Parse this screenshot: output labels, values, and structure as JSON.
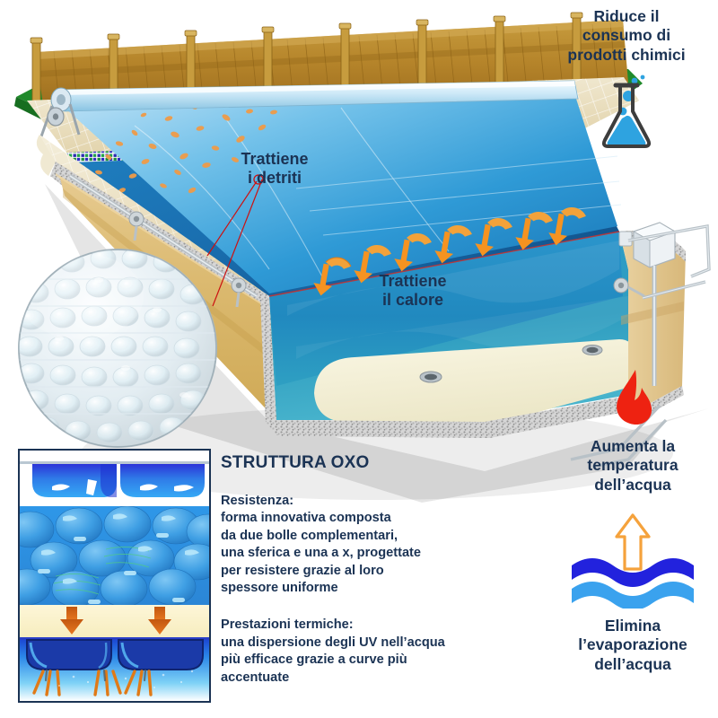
{
  "meta": {
    "language": "it",
    "theme_colors": {
      "navy_text": "#1b3354",
      "accent_blue": "#2ea3e0",
      "water_blue": "#1e8fc4",
      "deep_blue": "#1c5fa8",
      "fire_red": "#ee2211",
      "arrow_orange": "#f59321",
      "evap_arrow_orange": "#f5a23c",
      "wave_dark_blue": "#2222dd",
      "wave_light_blue": "#3aa2ee",
      "sand_wall": "#e0c081",
      "deck_beige": "#e7ddc2",
      "fence_wood": "#b98a2e",
      "grass_green": "#1f8a2a",
      "pool_floor": "#f2efd9",
      "leaf_orange": "#f0a050"
    }
  },
  "pool_callouts": [
    {
      "id": "debris",
      "line1": "Trattiene",
      "line2": "i detriti"
    },
    {
      "id": "heat",
      "line1": "Trattiene",
      "line2": "il calore"
    }
  ],
  "features": [
    {
      "id": "chemicals",
      "icon": "flask-icon",
      "lines": [
        "Riduce il",
        "consumo di",
        "prodotti chimici"
      ]
    },
    {
      "id": "temperature",
      "icon": "flame-icon",
      "lines": [
        "Aumenta la",
        "temperatura",
        "dell’acqua"
      ]
    },
    {
      "id": "evaporation",
      "icon": "waves-arrow-icon",
      "lines": [
        "Elimina",
        "l’evaporazione",
        "dell’acqua"
      ]
    }
  ],
  "oxo": {
    "title": "STRUTTURA OXO",
    "sections": [
      {
        "heading": "Resistenza:",
        "body": [
          "forma innovativa composta",
          "da due bolle complementari,",
          "una sferica e una a x, progettate",
          "per resistere grazie al loro",
          "spessore uniforme"
        ]
      },
      {
        "heading": "Prestazioni termiche:",
        "body": [
          "una dispersione degli UV nell’acqua",
          "più efficace grazie a curve più",
          "accentuate"
        ]
      }
    ],
    "panel_strips": [
      {
        "id": "cross-section-top",
        "description": "bubble cross section"
      },
      {
        "id": "bubble-field",
        "description": "blue bubble field"
      },
      {
        "id": "pressure-arrows",
        "description": "downward pressure arrows on cream band"
      },
      {
        "id": "uv-dispersion-bottom",
        "description": "bubbles in water with UV rays"
      }
    ]
  },
  "scene": {
    "pool_cover_label": "solar bubble cover",
    "reel_label": "cover reel",
    "heater_label": "pool heater",
    "magnifier_label": "bubble cover close-up"
  }
}
